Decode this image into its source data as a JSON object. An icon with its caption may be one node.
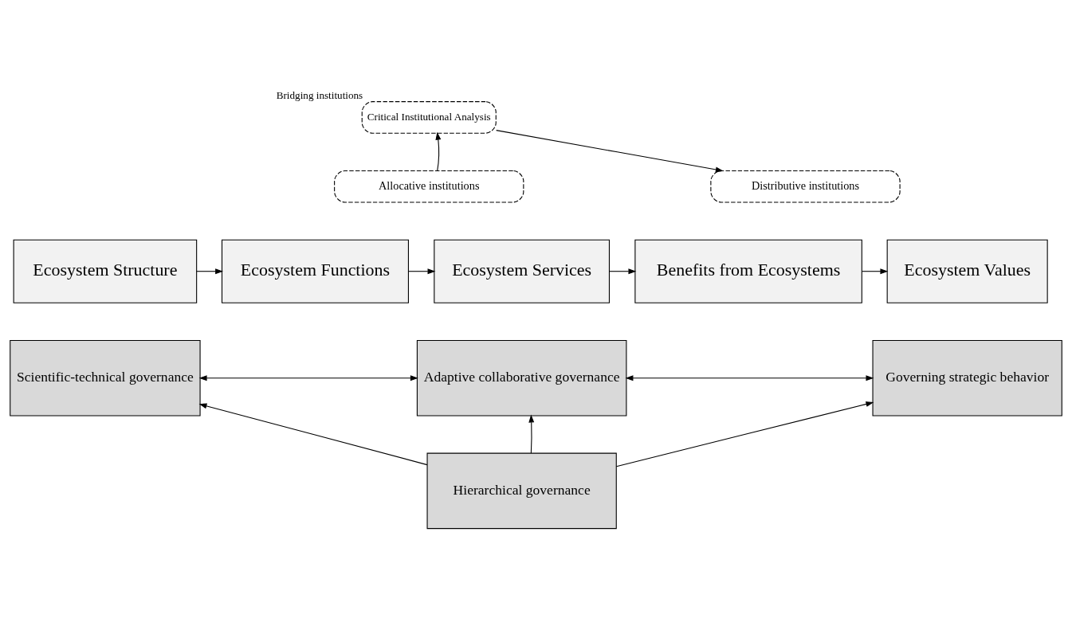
{
  "diagram": {
    "nodes": [
      {
        "text": [
          "Critical Institutional Analysis"
        ],
        "beside": [
          "Bridging institutions"
        ]
      },
      {
        "text": [
          "Allocative institutions"
        ]
      },
      {
        "text": [
          "Distributive institutions"
        ]
      },
      {
        "text": [
          "Ecosystem Structure"
        ]
      },
      {
        "text": [
          "Ecosystem Functions"
        ]
      },
      {
        "text": [
          "Ecosystem Services"
        ]
      },
      {
        "text": [
          "Benefits from Ecosystems"
        ]
      },
      {
        "text": [
          "Ecosystem Values"
        ]
      },
      {
        "text": [
          "Scientific-technical governance"
        ]
      },
      {
        "text": [
          "Adaptive collaborative governance"
        ]
      },
      {
        "text": [
          "Governing strategic behavior"
        ]
      },
      {
        "text": [
          "Hierarchical governance"
        ]
      }
    ],
    "edges": [
      {
        "from": 1,
        "to": 0,
        "arrow": "to"
      },
      {
        "from": 0,
        "to": 2,
        "arrow": "to"
      },
      {
        "from": 3,
        "to": 4,
        "arrow": "to"
      },
      {
        "from": 4,
        "to": 5,
        "arrow": "to"
      },
      {
        "from": 5,
        "to": 6,
        "arrow": "to"
      },
      {
        "from": 6,
        "to": 7,
        "arrow": "to"
      },
      {
        "from": 8,
        "to": 9,
        "arrow": "both"
      },
      {
        "from": 9,
        "to": 10,
        "arrow": "both"
      },
      {
        "from": 11,
        "to": 8,
        "arrow": "to"
      },
      {
        "from": 11,
        "to": 9,
        "arrow": "to"
      },
      {
        "from": 11,
        "to": 10,
        "arrow": "to"
      }
    ]
  }
}
